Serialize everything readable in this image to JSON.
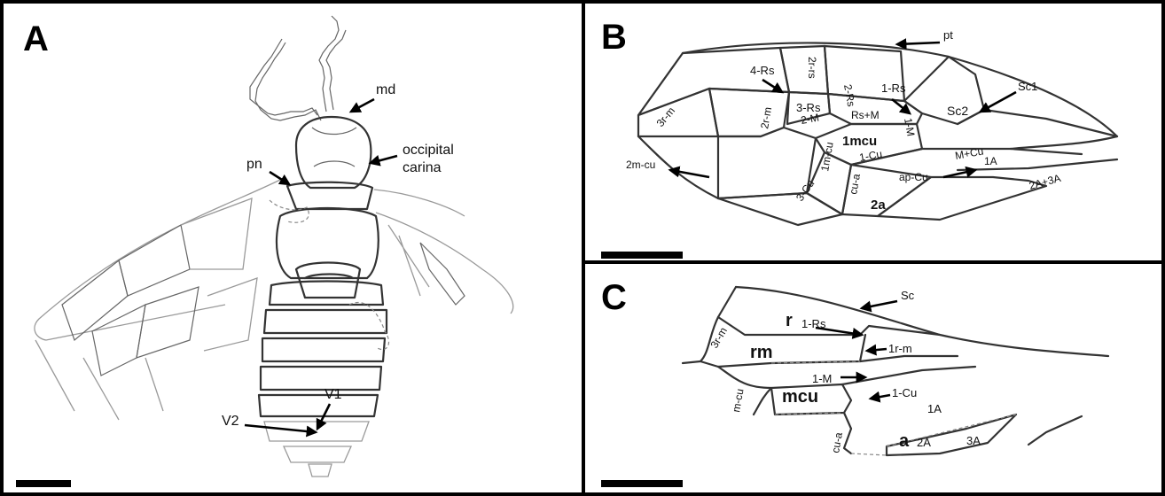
{
  "panels": {
    "A": {
      "letter": "A",
      "labels": {
        "md": "md",
        "occipital": "occipital",
        "carina": "carina",
        "pn": "pn",
        "V1": "V1",
        "V2": "V2"
      }
    },
    "B": {
      "letter": "B",
      "labels": {
        "pt": "pt",
        "rs4": "4-Rs",
        "rs2r": "2r-rs",
        "Sc1": "Sc1",
        "rm3": "3r-m",
        "rs3": "3-Rs",
        "rs2": "2-Rs",
        "rs1": "1-Rs",
        "Sc2": "Sc2",
        "rm2": "2r-m",
        "M2": "2-M",
        "RsM": "Rs+M",
        "M1": "1-M",
        "mcu1": "1mcu",
        "mcu1m": "1m-cu",
        "Cu1": "1-Cu",
        "MCu": "M+Cu",
        "mcu2": "2m-cu",
        "apCu": "ap-Cu",
        "A1": "1A",
        "Cu3": "3-Cu",
        "cua": "cu-a",
        "a2": "2a",
        "A23": "2A+3A"
      }
    },
    "C": {
      "letter": "C",
      "labels": {
        "r": "r",
        "Rs1": "1-Rs",
        "Sc": "Sc",
        "rm3": "3r-m",
        "rm": "rm",
        "rm1": "1r-m",
        "M1": "1-M",
        "mcu": "mcu",
        "mcu_v": "m-cu",
        "Cu1": "1-Cu",
        "A1": "1A",
        "cua": "cu-a",
        "a": "a",
        "A2": "2A",
        "A3": "3A"
      }
    }
  }
}
